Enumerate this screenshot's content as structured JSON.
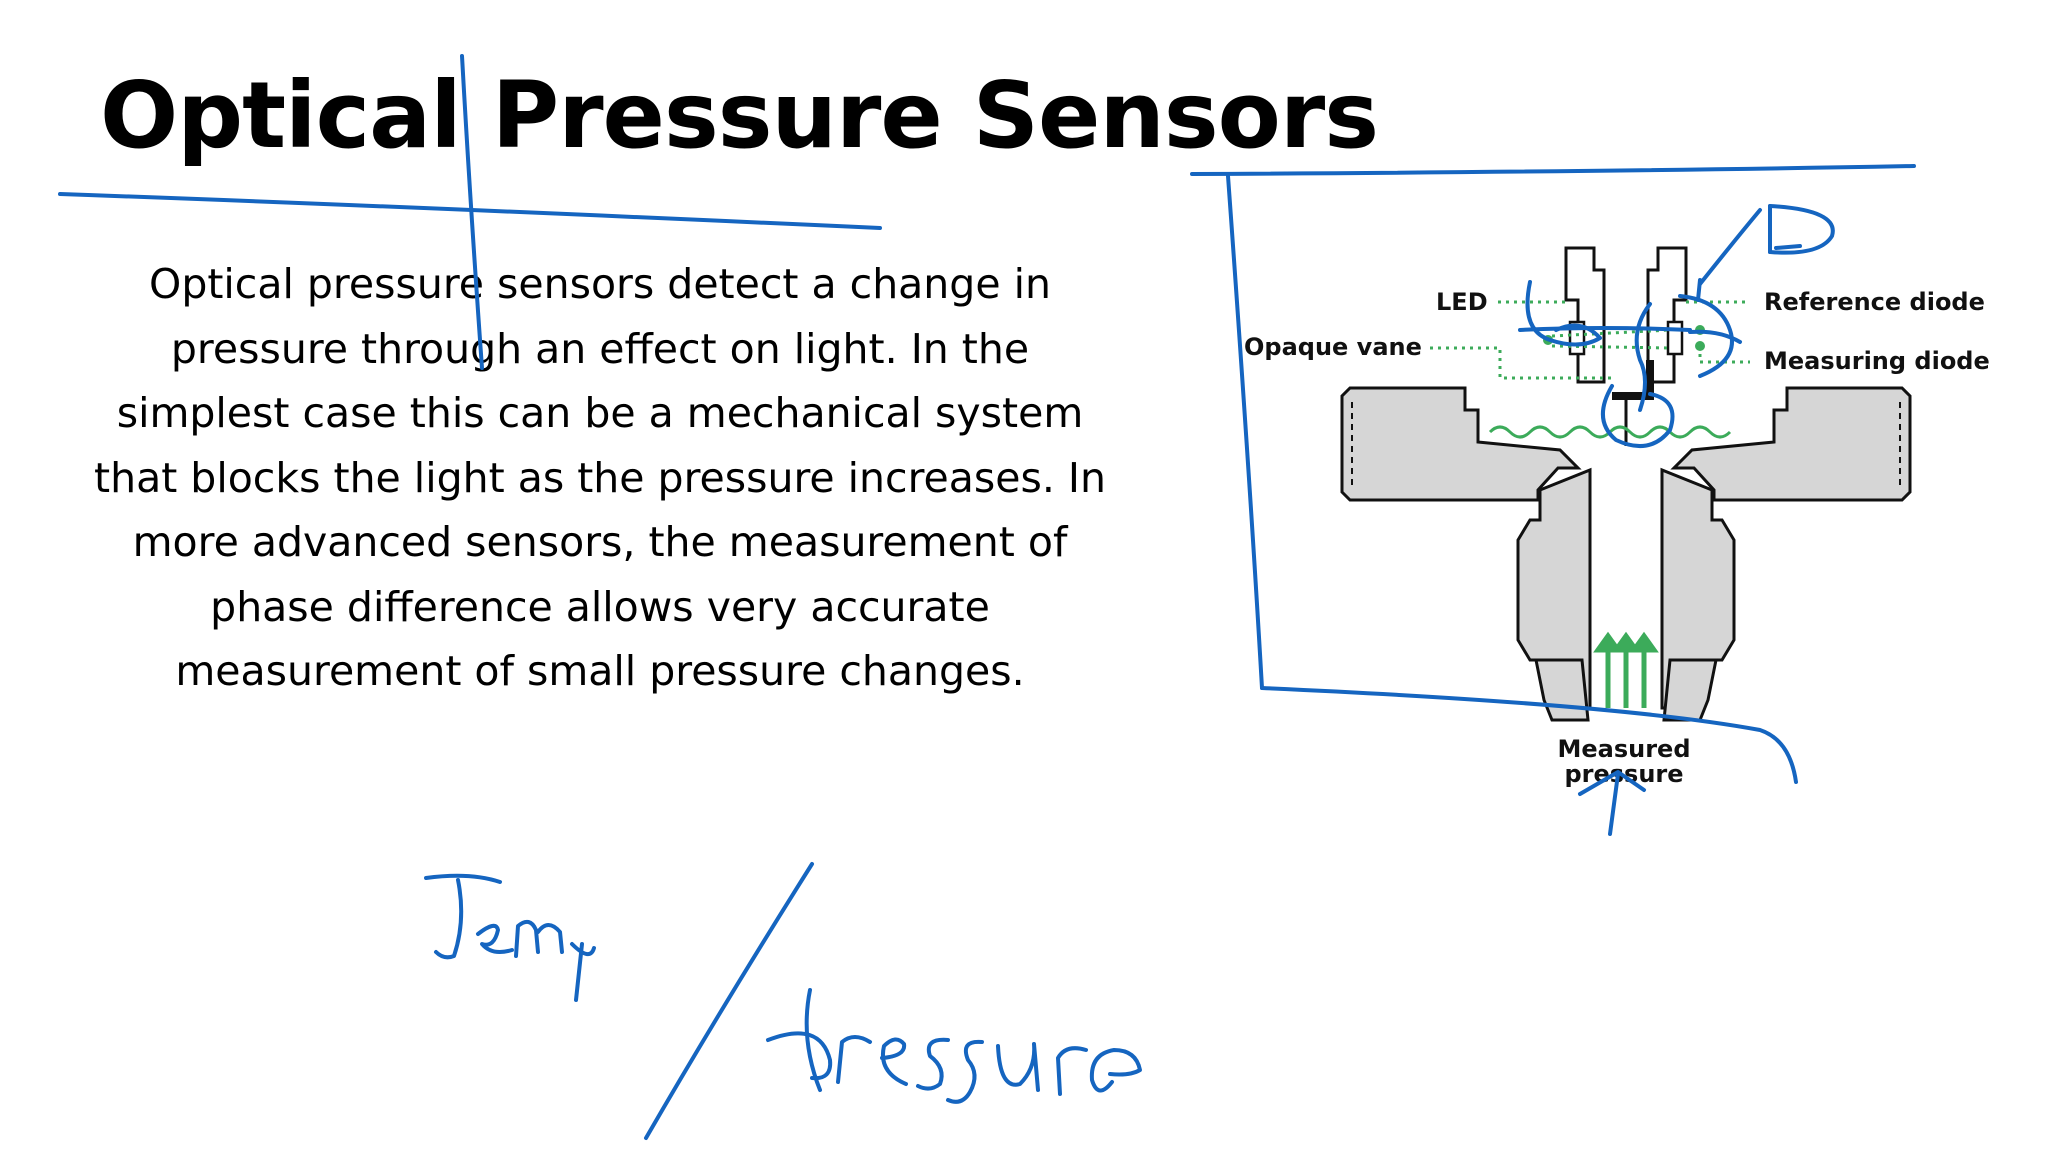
{
  "slide": {
    "title": "Optical Pressure Sensors",
    "body_lines": [
      "Optical pressure sensors detect a change in",
      "pressure through an effect on light. In the",
      "simplest case this can be a mechanical system",
      "that blocks the light as the pressure increases. In",
      "more advanced sensors, the measurement of",
      "phase difference allows very accurate",
      "measurement of small pressure changes."
    ]
  },
  "diagram": {
    "labels": {
      "led": "LED",
      "opaque_vane": "Opaque vane",
      "reference_diode": "Reference diode",
      "measuring_diode": "Measuring diode",
      "measured_pressure_line1": "Measured",
      "measured_pressure_line2": "pressure"
    }
  },
  "annotations": {
    "handwritten": [
      "LD",
      "Temp",
      "Pressure"
    ],
    "ink_color": "#1565c0"
  },
  "colors": {
    "body_gray": "#d6d6d6",
    "outline": "#111111",
    "green": "#3cab5a",
    "ink": "#1565c0"
  }
}
